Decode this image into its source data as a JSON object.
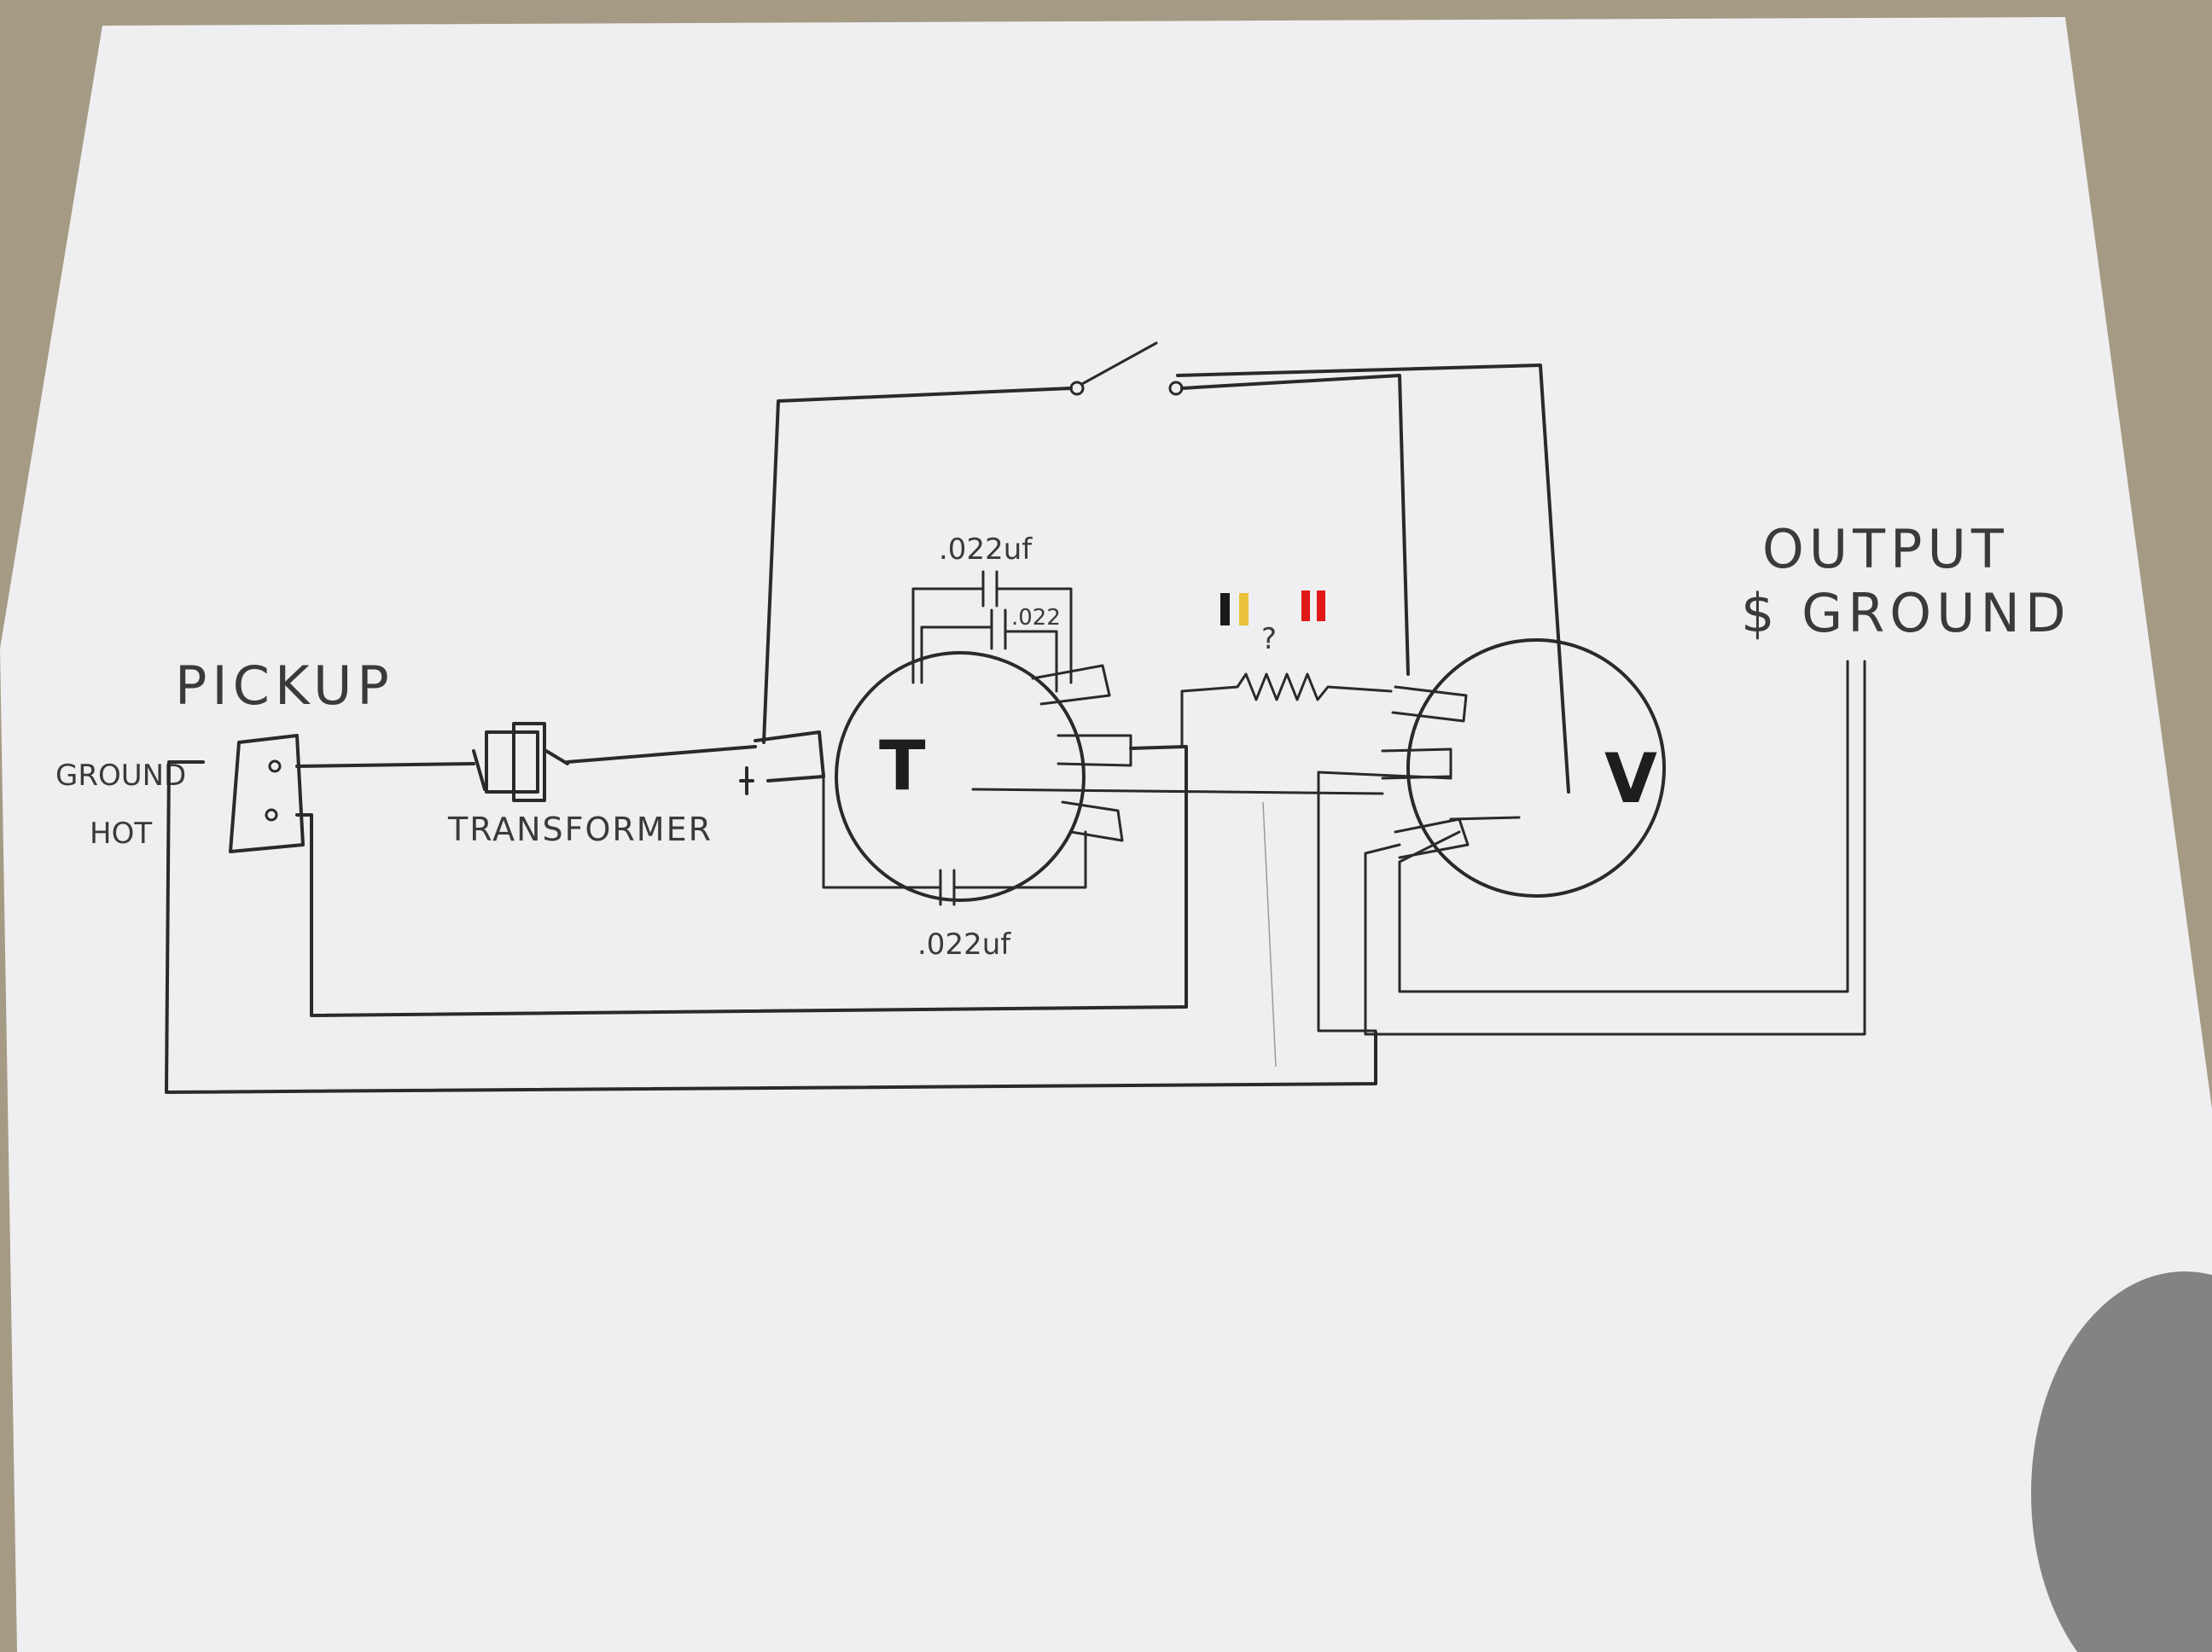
{
  "labels": {
    "pickup": "PICKUP",
    "ground": "GROUND",
    "hot": "HOT",
    "transformer": "TRANSFORMER",
    "cap_top_outer": ".022uf",
    "cap_top_inner": ".022",
    "cap_bottom": ".022uf",
    "resistor_value": "?",
    "output_line1": "OUTPUT",
    "output_line2": "$ GROUND",
    "tone_knob": "T",
    "volume_knob": "V"
  },
  "colors": {
    "paper": "#efeff1",
    "background": "#a59a84",
    "ink": "#2a2a2a",
    "band_black": "#1a1a1a",
    "band_yellow": "#e8c23a",
    "band_red": "#e01818"
  },
  "icons": {
    "switch": "spst-switch-icon",
    "resistor": "resistor-icon",
    "capacitor": "capacitor-icon",
    "transformer": "transformer-icon",
    "pickup": "pickup-jack-icon"
  }
}
